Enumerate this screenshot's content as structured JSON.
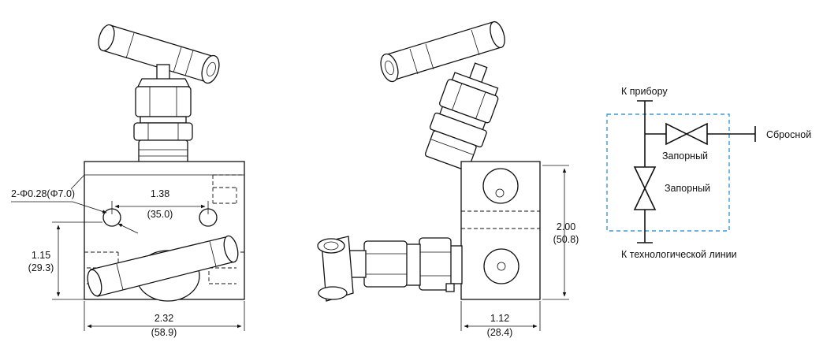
{
  "front_view": {
    "hole_callout": "2-Φ0.28(Φ7.0)",
    "hole_spacing_in": "1.38",
    "hole_spacing_mm": "(35.0)",
    "height_in": "1.15",
    "height_mm": "(29.3)",
    "width_in": "2.32",
    "width_mm": "(58.9)"
  },
  "side_view": {
    "height_in": "2.00",
    "height_mm": "(50.8)",
    "width_in": "1.12",
    "width_mm": "(28.4)"
  },
  "schematic": {
    "top_label": "К прибору",
    "right_label": "Сбросной",
    "valve_h_label": "Запорный",
    "valve_v_label": "Запорный",
    "bottom_label": "К технологической линии",
    "box_color": "#3a9ad9"
  }
}
